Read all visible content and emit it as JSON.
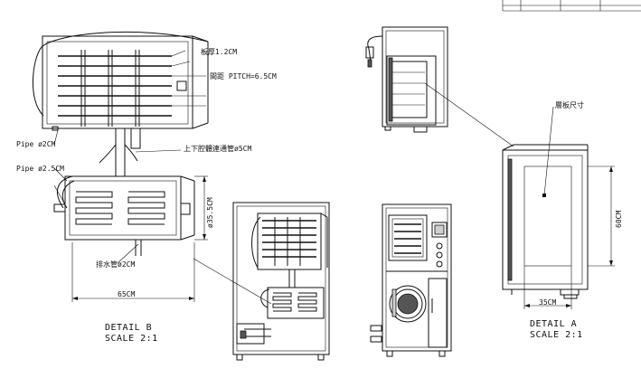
{
  "labels": {
    "plate_thickness": "板厚1.2CM",
    "pitch": "間距 PITCH=6.5CM",
    "pipe_2cm": "Pipe ø2CM",
    "pipe_2_5cm": "Pipe ø2.5CM",
    "connecting_pipe": "上下腔體連通管ø5CM",
    "diameter_35_5": "ø35.5CM",
    "drain_pipe": "排水管ø2CM",
    "width_65": "65CM",
    "detail_b": "DETAIL B",
    "scale_b": "SCALE 2:1",
    "shelf_size": "層板尺寸",
    "height_60": "60CM",
    "width_35": "35CM",
    "detail_a": "DETAIL A",
    "scale_a": "SCALE 2:1"
  }
}
